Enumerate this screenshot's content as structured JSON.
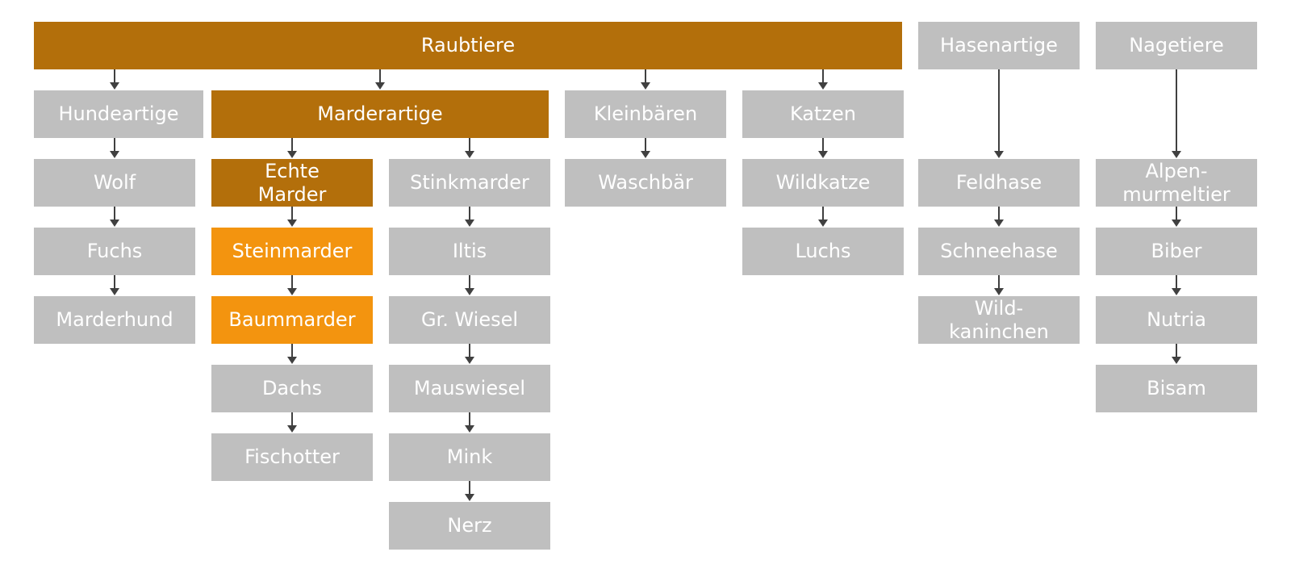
{
  "colors": {
    "gray": "#bfbfbf",
    "brown": "#b36f0b",
    "orange": "#f3940f",
    "arrow": "#404040",
    "text": "#ffffff"
  },
  "groups": {
    "raubtiere": "Raubtiere",
    "hasenartige": "Hasenartige",
    "nagetiere": "Nagetiere"
  },
  "families": {
    "hundeartige": "Hundeartige",
    "marderartige": "Marderartige",
    "kleinbaeren": "Kleinbären",
    "katzen": "Katzen"
  },
  "hundeartige": {
    "wolf": "Wolf",
    "fuchs": "Fuchs",
    "marderhund": "Marderhund"
  },
  "echte_marder": {
    "title": "Echte\nMarder",
    "steinmarder": "Steinmarder",
    "baummarder": "Baummarder",
    "dachs": "Dachs",
    "fischotter": "Fischotter"
  },
  "stinkmarder": {
    "title": "Stinkmarder",
    "iltis": "Iltis",
    "gr_wiesel": "Gr. Wiesel",
    "mauswiesel": "Mauswiesel",
    "mink": "Mink",
    "nerz": "Nerz"
  },
  "kleinbaeren": {
    "waschbaer": "Waschbär"
  },
  "katzen": {
    "wildkatze": "Wildkatze",
    "luchs": "Luchs"
  },
  "hasenartige": {
    "feldhase": "Feldhase",
    "schneehase": "Schneehase",
    "wildkaninchen": "Wild-\nkaninchen"
  },
  "nagetiere": {
    "alpenmurmeltier": "Alpen-\nmurmeltier",
    "biber": "Biber",
    "nutria": "Nutria",
    "bisam": "Bisam"
  }
}
